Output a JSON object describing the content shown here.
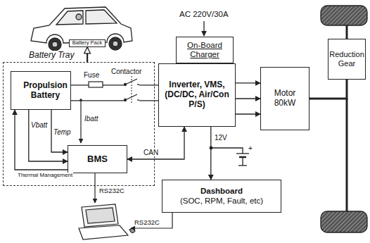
{
  "diagram": {
    "nodes": [
      {
        "text": [
          "Battery Pack"
        ]
      },
      {
        "text": [
          "Battery Tray"
        ]
      },
      {
        "text": [
          "Propulsion Battery"
        ],
        "in": 1
      },
      {
        "text": [
          "BMS"
        ],
        "in": 1
      },
      {
        "text": [
          "On-Board Charger"
        ]
      },
      {
        "text": [
          "Inverter, VMS, (DC/DC, Air/Con P/S)"
        ]
      },
      {
        "text": [
          "Motor 80kW"
        ]
      },
      {
        "text": [
          "Reduction Gear"
        ]
      },
      {
        "text": [
          "Dashboard",
          "(SOC, RPM, Fault, etc)"
        ]
      }
    ],
    "edges": [
      {
        "from": 1,
        "to": 0,
        "arrow": "to"
      },
      {
        "from": 2,
        "to": 5,
        "arrow": "none"
      },
      {
        "from": 2,
        "to": 5,
        "arrow": "none"
      },
      {
        "from": 5,
        "to": 6,
        "arrow": "to"
      },
      {
        "from": 5,
        "to": 6,
        "arrow": "to"
      },
      {
        "from": 5,
        "to": 6,
        "arrow": "to"
      },
      {
        "from": 6,
        "to": 7,
        "arrow": "none"
      },
      {
        "from": 2,
        "to": 3,
        "label": "Vbatt",
        "arrow": "to"
      },
      {
        "from": 2,
        "to": 3,
        "label": "Temp",
        "arrow": "to"
      },
      {
        "from": 3,
        "to": 2,
        "label": "Thermal Management",
        "arrow": "to"
      },
      {
        "from": 3,
        "to": 5,
        "label": "CAN",
        "arrow": "both"
      },
      {
        "from": 5,
        "to": 8,
        "label": "12V",
        "arrow": "to"
      }
    ],
    "labels": [
      "AC 220V/30A",
      "Fuse",
      "Contactor",
      "Ibatt",
      "+",
      "RS232C",
      "RS232C"
    ]
  }
}
